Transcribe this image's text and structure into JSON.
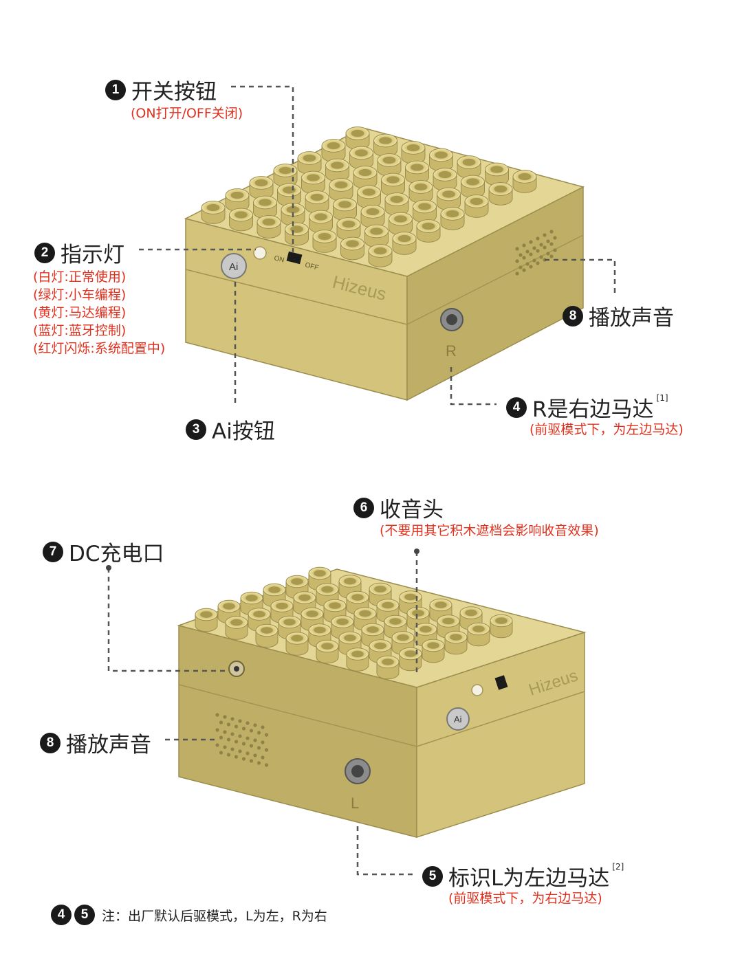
{
  "colors": {
    "accent_red": "#e0301e",
    "badge": "#1a1a1a",
    "body_light": "#d6c67e",
    "body_dark": "#b5a55f"
  },
  "device_marks": {
    "brand": "Hizeus",
    "ai_button": "Ai",
    "switch_on": "ON",
    "switch_off": "OFF",
    "right_port": "R",
    "left_port": "L"
  },
  "callouts": {
    "c1": {
      "num": "1",
      "title": "开关按钮",
      "sub": "(ON打开/OFF关闭)"
    },
    "c2": {
      "num": "2",
      "title": "指示灯",
      "subs": [
        "(白灯:正常使用)",
        "(绿灯:小车编程)",
        "(黄灯:马达编程)",
        "(蓝灯:蓝牙控制)",
        "(红灯闪烁:系统配置中)"
      ]
    },
    "c3": {
      "num": "3",
      "title": "Ai按钮"
    },
    "c4": {
      "num": "4",
      "title": "R是右边马达",
      "sup": "[1]",
      "sub": "(前驱模式下，为左边马达)"
    },
    "c5": {
      "num": "5",
      "title": "标识L为左边马达",
      "sup": "[2]",
      "sub": "(前驱模式下，为右边马达)"
    },
    "c6": {
      "num": "6",
      "title": "收音头",
      "sub": "(不要用其它积木遮档会影响收音效果)"
    },
    "c7": {
      "num": "7",
      "title": "DC充电口"
    },
    "c8": {
      "num": "8",
      "title": "播放声音"
    }
  },
  "note": {
    "num_a": "4",
    "num_b": "5",
    "text": "注：出厂默认后驱模式，L为左，R为右"
  }
}
